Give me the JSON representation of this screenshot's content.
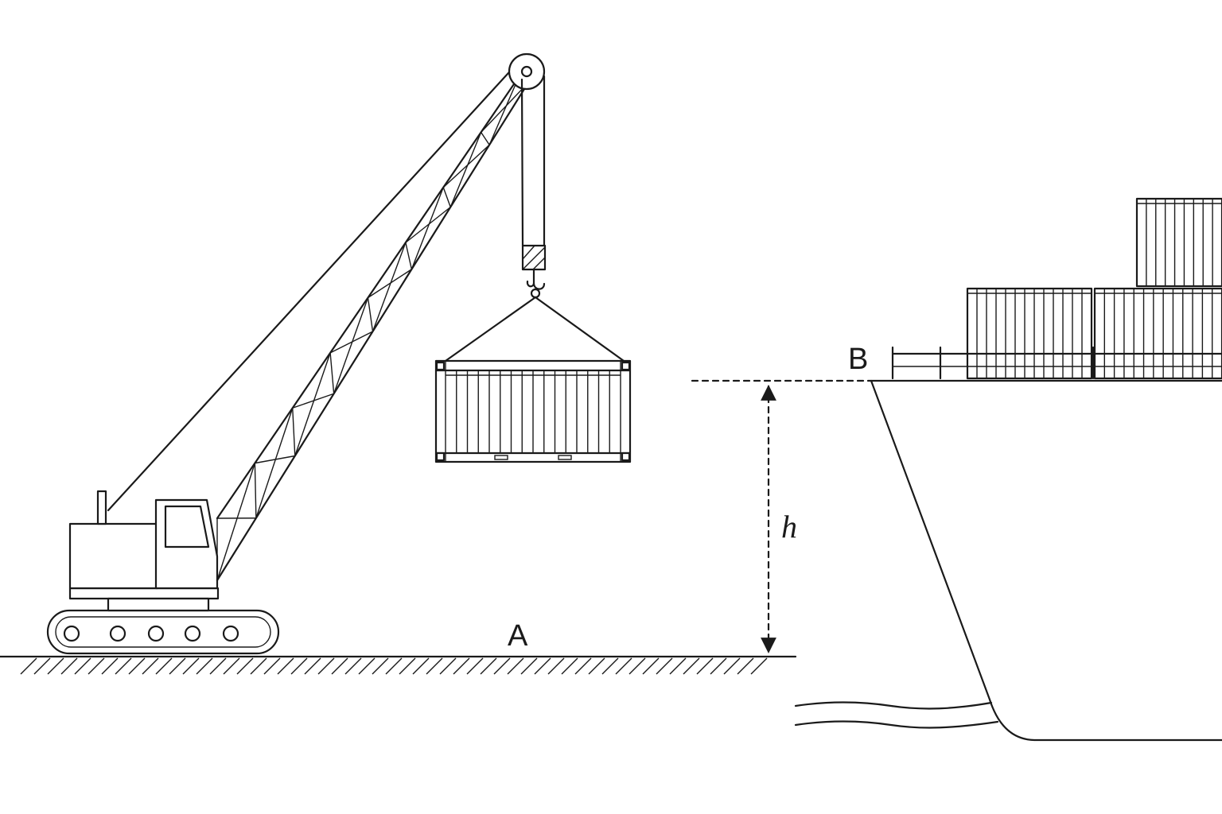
{
  "labels": {
    "point_a": "A",
    "point_b": "B",
    "height": "h"
  }
}
